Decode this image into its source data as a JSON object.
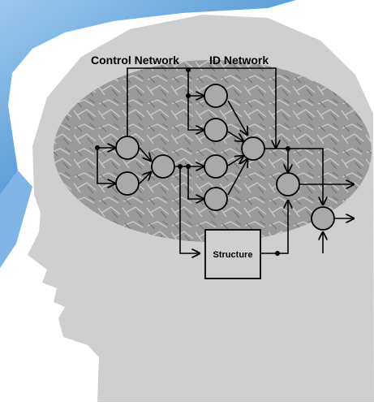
{
  "labels": {
    "control_network": "Control Network",
    "id_network": "ID Network",
    "structure": "Structure"
  },
  "colors": {
    "background": "#ffffff",
    "blue_panel": "#6fa7d9",
    "head": "#cfcfcf",
    "brain": "#9c9c9c",
    "lines": "#000000",
    "node_fill": "#a9a9a9"
  }
}
